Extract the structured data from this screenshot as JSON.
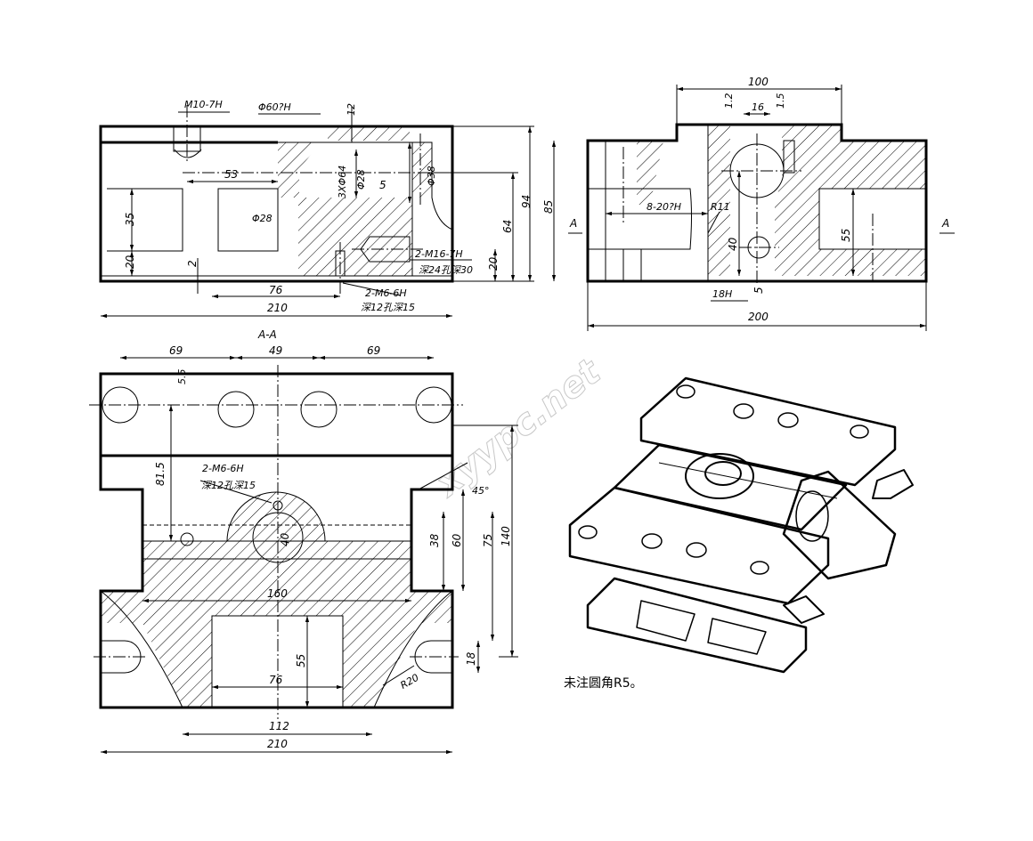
{
  "watermark": "xyypc.net",
  "section_label": "A-A",
  "cut_label_left": "A",
  "cut_label_right": "A",
  "note": "未注圆角R5。",
  "front_view": {
    "thread_top": "M10-7H",
    "bore_top": "Φ60?H",
    "depth_12": "12",
    "dim_53": "53",
    "holes_64": "3XΦ64",
    "dia_28_inner": "Φ28",
    "dim_5": "5",
    "dia_38": "Φ38",
    "dia_28_left": "Φ28",
    "dim_35": "35",
    "dim_20_left": "20",
    "dim_2": "2",
    "thread_m16": "2-M16-7H",
    "thread_m16_depth": "深24孔深30",
    "dim_20_right": "20",
    "dim_64": "64",
    "dim_94": "94",
    "dim_85": "85",
    "dim_76": "76",
    "thread_m6": "2-M6-6H",
    "thread_m6_depth": "深12孔深15",
    "dim_210": "210"
  },
  "side_view": {
    "dim_100": "100",
    "dim_1_2": "1.2",
    "dim_16": "16",
    "dim_1_5": "1.5",
    "slot_8": "8-20?H",
    "radius_r11": "R11",
    "dim_40": "40",
    "dim_55": "55",
    "dim_5": "5",
    "dim_18h": "18H",
    "dim_200": "200"
  },
  "section_view": {
    "dim_69_left": "69",
    "dim_49": "49",
    "dim_69_right": "69",
    "dim_5_5": "5.5",
    "dim_81_5": "81.5",
    "thread_m6": "2-M6-6H",
    "thread_m6_depth": "深12孔深15",
    "chamfer_45": "45°",
    "dim_40": "40",
    "dim_38": "38",
    "dim_60": "60",
    "dim_75": "75",
    "dim_140": "140",
    "dim_160": "160",
    "dim_55": "55",
    "dim_76": "76",
    "radius_r20": "R20",
    "dim_18": "18",
    "dim_112": "112",
    "dim_210": "210"
  }
}
